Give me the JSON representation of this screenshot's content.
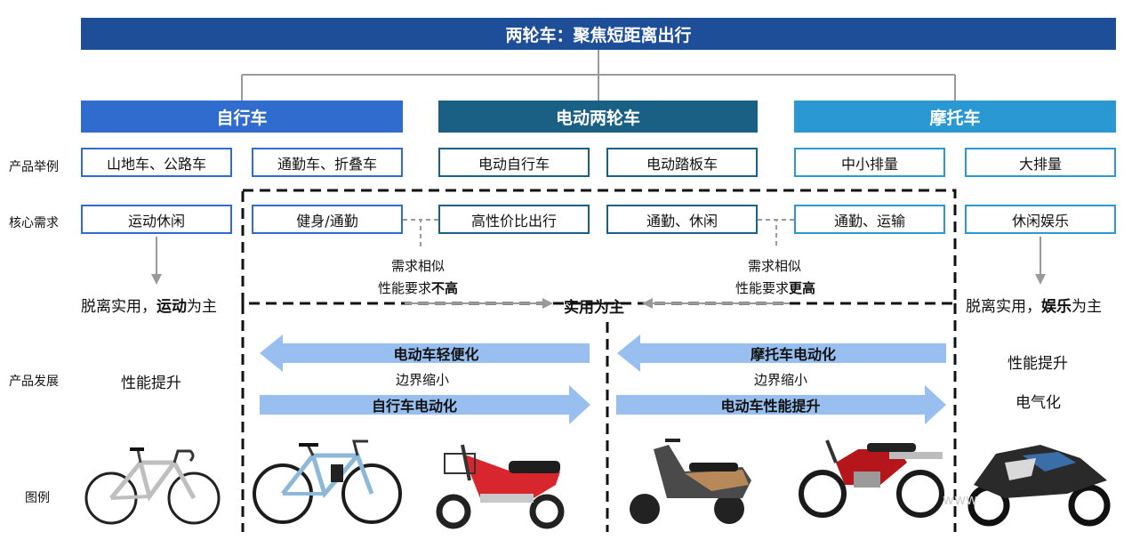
{
  "title": "两轮车：聚焦短距离出行",
  "categories": [
    {
      "label": "自行车",
      "color": "#2f6ccd"
    },
    {
      "label": "电动两轮车",
      "color": "#1a5f84"
    },
    {
      "label": "摩托车",
      "color": "#2a99d3"
    }
  ],
  "row_labels": {
    "examples": "产品举例",
    "needs": "核心需求",
    "development": "产品发展",
    "images": "图例"
  },
  "examples": [
    "山地车、公路车",
    "通勤车、折叠车",
    "电动自行车",
    "电动踏板车",
    "中小排量",
    "大排量"
  ],
  "needs": [
    "运动休闲",
    "健身/通勤",
    "高性价比出行",
    "通勤、休闲",
    "通勤、运输",
    "休闲娱乐"
  ],
  "similar_left": {
    "line1": "需求相似",
    "line2_normal": "性能要求",
    "line2_bold": "不高"
  },
  "similar_right": {
    "line1": "需求相似",
    "line2_normal": "性能要求",
    "line2_bold": "更高"
  },
  "center_label": "实用为主",
  "left_outcome": {
    "normal": "脱离实用，",
    "bold": "运动",
    "suffix": "为主"
  },
  "right_outcome": {
    "normal": "脱离实用，",
    "bold": "娱乐",
    "suffix": "为主"
  },
  "left_development": "性能提升",
  "right_development": [
    "性能提升",
    "电气化"
  ],
  "arrows": {
    "ebike_light": "电动车轻便化",
    "bike_electric": "自行车电动化",
    "boundary_left": "边界缩小",
    "moto_electric": "摩托车电动化",
    "ev_performance": "电动车性能提升",
    "boundary_right": "边界缩小"
  },
  "images": [
    "公路自行车",
    "通勤自行车",
    "电动自行车",
    "电动踏板车",
    "摩托车",
    "运动摩托车"
  ],
  "watermark": "www"
}
